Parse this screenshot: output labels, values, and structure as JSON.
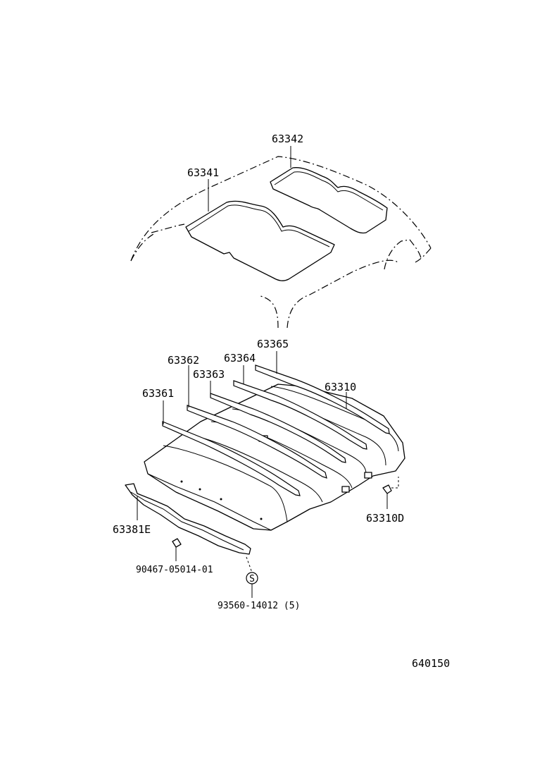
{
  "parts": {
    "p63342": "63342",
    "p63341": "63341",
    "p63365": "63365",
    "p63364": "63364",
    "p63362": "63362",
    "p63363": "63363",
    "p63310": "63310",
    "p63361": "63361",
    "p63310D": "63310D",
    "p63381E": "63381E",
    "p90467": "90467-05014-01",
    "p93560": "93560-14012 (5)",
    "screw_symbol": "S"
  },
  "figure_number": "640150"
}
